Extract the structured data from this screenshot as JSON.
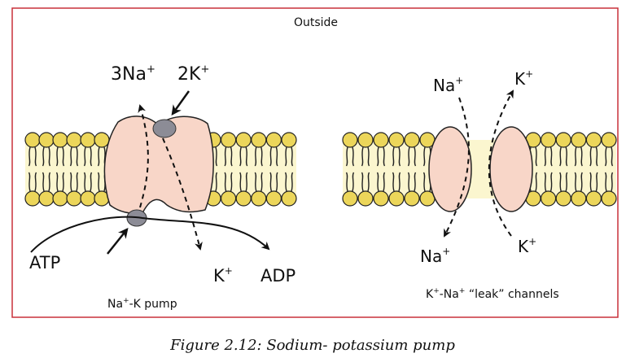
{
  "figure": {
    "outside_label": "Outside",
    "caption": "Figure 2.12: Sodium- potassium pump",
    "colors": {
      "frame": "#c8303a",
      "lipid_head": "#ecd65a",
      "lipid_head_stroke": "#222222",
      "bilayer_fill": "#fbf6cf",
      "protein": "#f8d6c8",
      "protein_stroke": "#222222",
      "binding_site": "#8c8c96",
      "arrow": "#111111"
    }
  },
  "pump": {
    "name_prefix": "Na",
    "name_sup": "+",
    "name_suffix": "-K pump",
    "out_na": {
      "text": "3Na",
      "sup": "+"
    },
    "in_k": {
      "text": "2K",
      "sup": "+"
    },
    "atp": "ATP",
    "adp": "ADP",
    "k_in": {
      "text": "K",
      "sup": "+"
    }
  },
  "channels": {
    "name_prefix": "K",
    "name_sup1": "+",
    "name_mid": "-Na",
    "name_sup2": "+",
    "name_suffix": " “leak” channels",
    "na_top": {
      "text": "Na",
      "sup": "+"
    },
    "k_top": {
      "text": "K",
      "sup": "+"
    },
    "na_bottom": {
      "text": "Na",
      "sup": "+"
    },
    "k_bottom": {
      "text": "K",
      "sup": "+"
    }
  }
}
